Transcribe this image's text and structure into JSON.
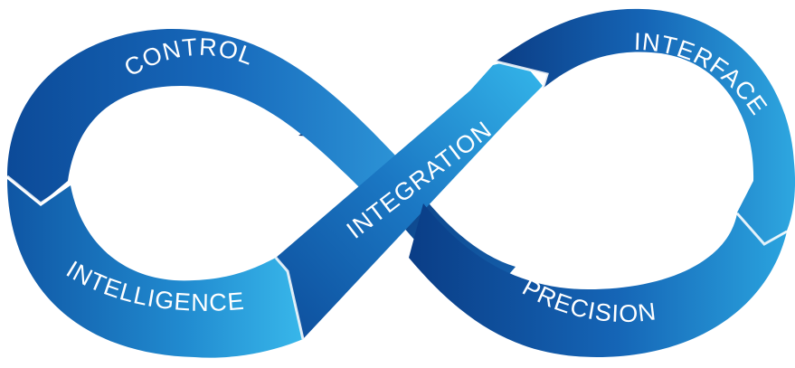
{
  "diagram": {
    "segments": [
      {
        "id": "control",
        "label": "CONTROL"
      },
      {
        "id": "interface",
        "label": "INTERFACE"
      },
      {
        "id": "integration",
        "label": "INTEGRATION"
      },
      {
        "id": "intelligence",
        "label": "INTELLIGENCE"
      },
      {
        "id": "precision",
        "label": "PRECISION"
      }
    ],
    "colors": {
      "dark_blue": "#0a3f88",
      "mid_blue": "#1668b8",
      "light_blue": "#2fb0e6",
      "text": "#ffffff"
    }
  }
}
